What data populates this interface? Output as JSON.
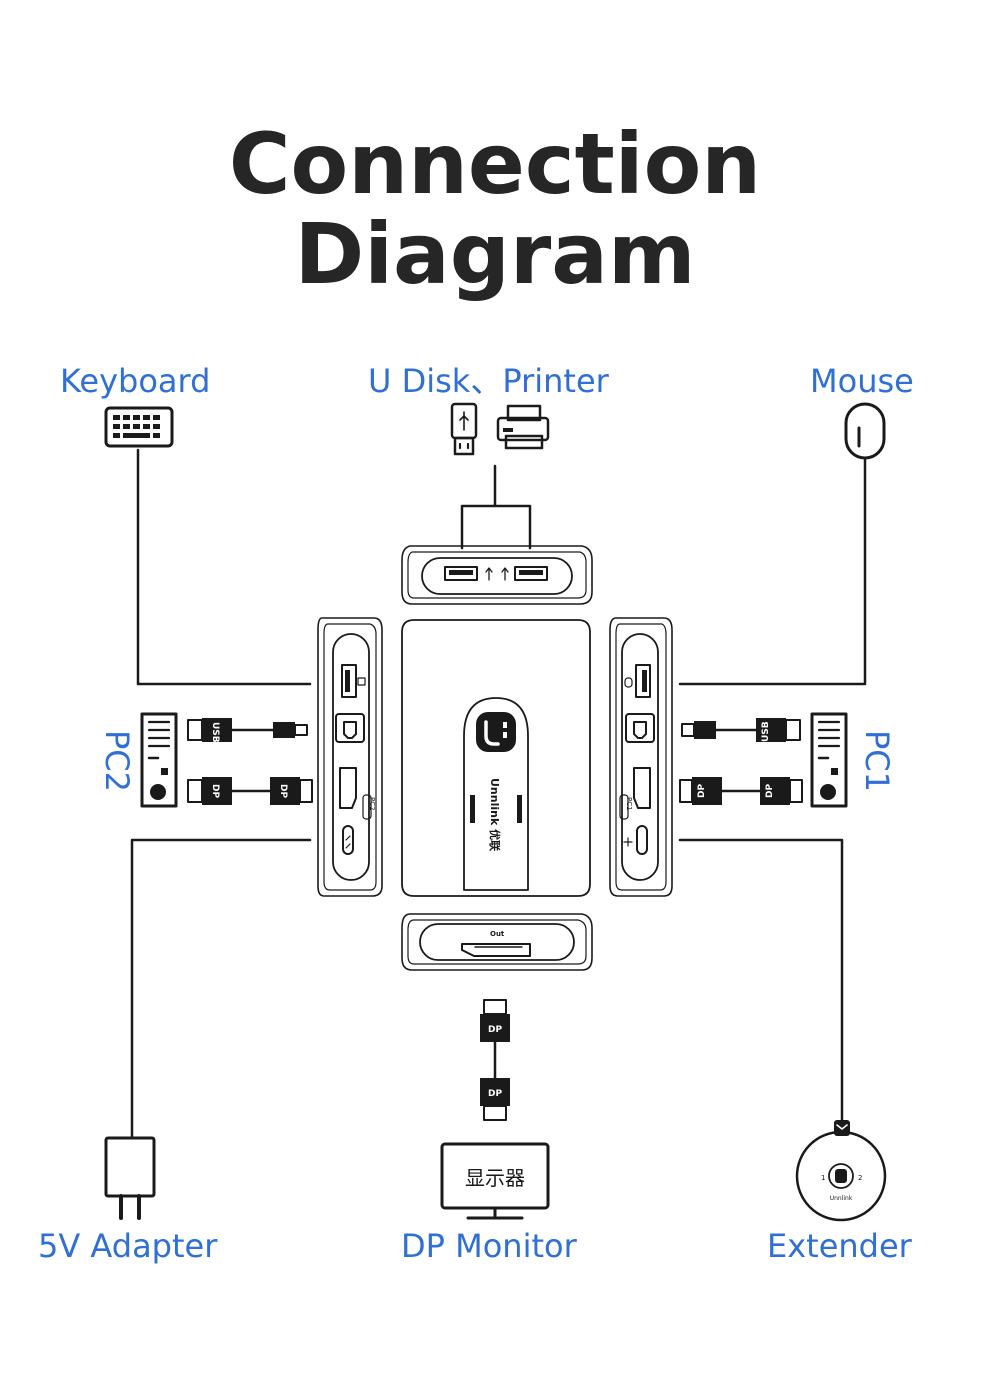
{
  "title": {
    "line1": "Connection",
    "line2": "Diagram"
  },
  "devices": {
    "keyboard": "Keyboard",
    "udisk_printer": "U Disk、Printer",
    "mouse": "Mouse",
    "pc2": "PC2",
    "pc1": "PC1",
    "adapter": "5V Adapter",
    "dp_monitor": "DP Monitor",
    "extender": "Extender"
  },
  "switch": {
    "brand": "Unnlink 优联",
    "out_port": "Out",
    "pc1_tag": "PC1",
    "pc2_tag": "PC2"
  },
  "connectors": {
    "usb": "USB",
    "dp": "DP"
  },
  "monitor_screen_text": "显示器",
  "extender_labels": {
    "btn1": "1",
    "btn2": "2",
    "brand": "Unnlink"
  },
  "colors": {
    "title": "#262626",
    "label": "#2f6fd6",
    "line": "#1a1a1a"
  }
}
